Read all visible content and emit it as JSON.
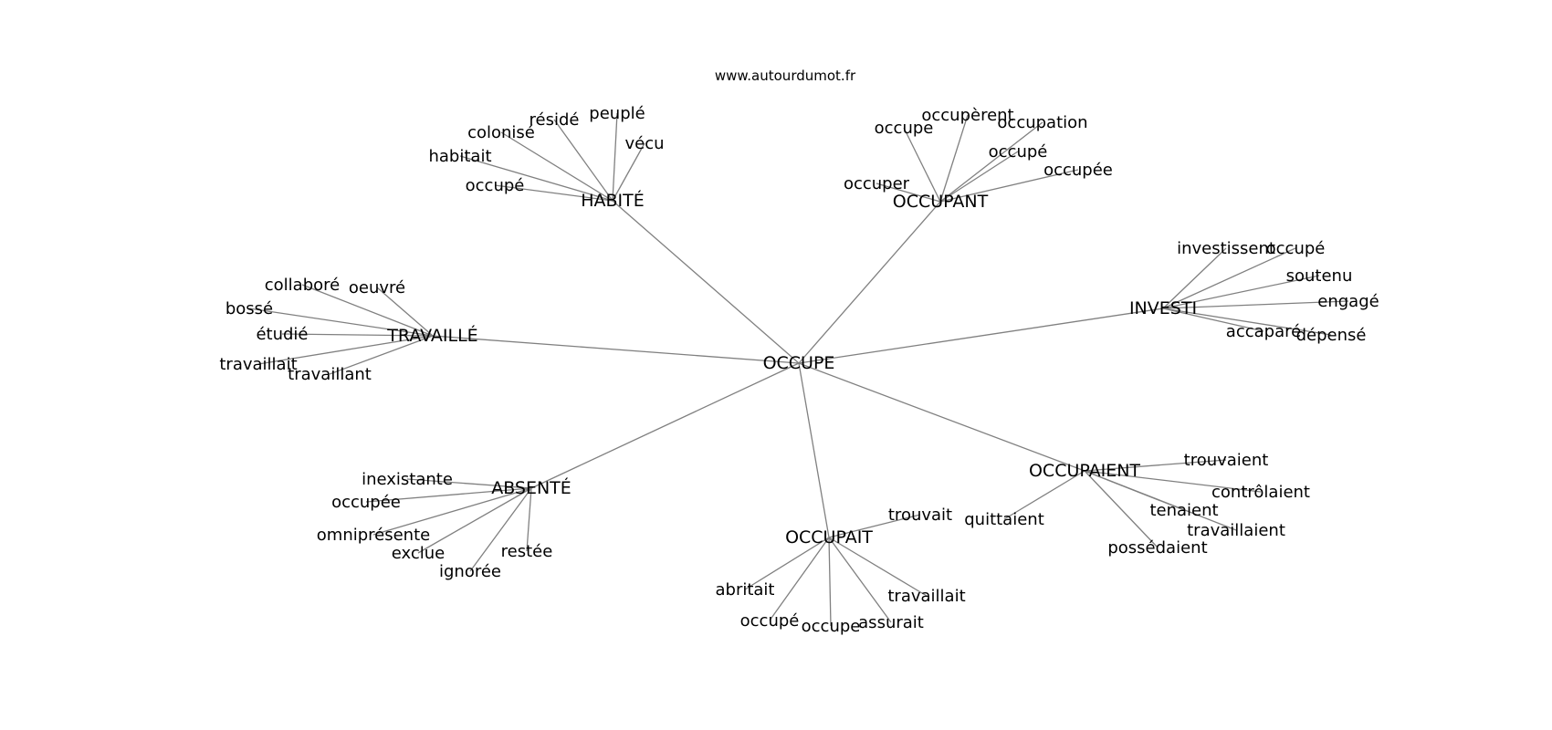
{
  "watermark": "www.autourdumot.fr",
  "graph": {
    "center": "OCCUPE",
    "clusters": [
      {
        "hub": "HABITÉ",
        "words": [
          "occupé",
          "habitait",
          "colonisé",
          "résidé",
          "peuplé",
          "vécu"
        ]
      },
      {
        "hub": "OCCUPANT",
        "words": [
          "occuper",
          "occupe",
          "occupèrent",
          "occupation",
          "occupé",
          "occupée"
        ]
      },
      {
        "hub": "INVESTI",
        "words": [
          "investissent",
          "occupé",
          "soutenu",
          "engagé",
          "accaparé",
          "dépensé"
        ]
      },
      {
        "hub": "TRAVAILLÉ",
        "words": [
          "collaboré",
          "oeuvré",
          "bossé",
          "étudié",
          "travaillait",
          "travaillant"
        ]
      },
      {
        "hub": "ABSENTÉ",
        "words": [
          "inexistante",
          "occupée",
          "omniprésente",
          "exclue",
          "ignorée",
          "restée"
        ]
      },
      {
        "hub": "OCCUPAIT",
        "words": [
          "trouvait",
          "abritait",
          "occupé",
          "occupe",
          "assurait",
          "travaillait"
        ]
      },
      {
        "hub": "OCCUPAIENT",
        "words": [
          "trouvaient",
          "quittaient",
          "contrôlaient",
          "tenaient",
          "travaillaient",
          "possédaient"
        ]
      }
    ]
  }
}
